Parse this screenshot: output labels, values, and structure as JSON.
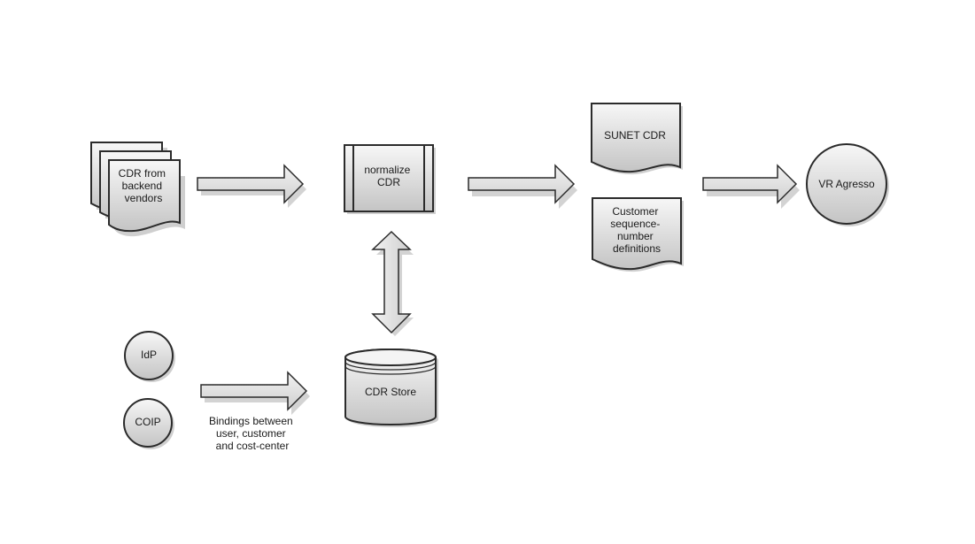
{
  "nodes": {
    "cdr_vendors": {
      "lines": [
        "CDR from",
        "backend",
        "vendors"
      ],
      "icon": "multi-document"
    },
    "normalize": {
      "lines": [
        "normalize",
        "CDR"
      ],
      "icon": "predefined-process"
    },
    "sunet_cdr": {
      "lines": [
        "SUNET CDR"
      ],
      "icon": "document"
    },
    "customer_seq": {
      "lines": [
        "Customer",
        "sequence-",
        "number",
        "definitions"
      ],
      "icon": "document"
    },
    "vr_agresso": {
      "lines": [
        "VR Agresso"
      ],
      "icon": "circle"
    },
    "idp": {
      "lines": [
        "IdP"
      ],
      "icon": "circle"
    },
    "coip": {
      "lines": [
        "COIP"
      ],
      "icon": "circle"
    },
    "cdr_store": {
      "lines": [
        "CDR Store"
      ],
      "icon": "database-cylinder"
    }
  },
  "edges": {
    "bindings_caption": [
      "Bindings between",
      "user, customer",
      "and cost-center"
    ]
  },
  "colors": {
    "stroke": "#2b2b2b",
    "fill_light": "#f7f7f7",
    "fill_dark": "#c4c4c4",
    "shadow": "#a8a8a8",
    "text": "#1a1a1a"
  }
}
